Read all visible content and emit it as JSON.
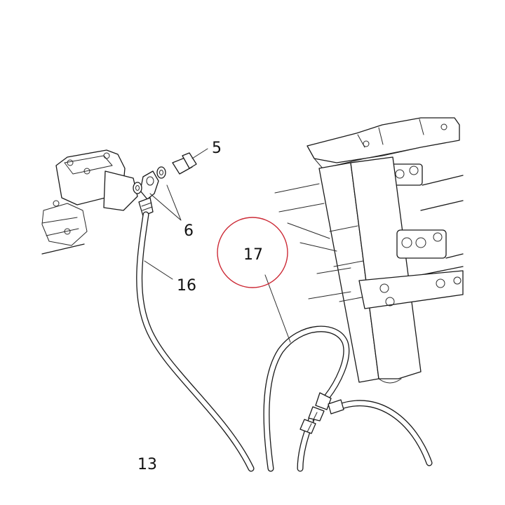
{
  "diagram": {
    "callouts": [
      {
        "id": "5",
        "text": "5"
      },
      {
        "id": "6",
        "text": "6"
      },
      {
        "id": "16",
        "text": "16"
      },
      {
        "id": "17",
        "text": "17"
      },
      {
        "id": "13",
        "text": "13"
      }
    ],
    "highlight": {
      "target": "17",
      "shape": "circle",
      "color": "#cc2a36"
    },
    "colors": {
      "line": "#1a1a1a",
      "background": "#ffffff"
    }
  }
}
